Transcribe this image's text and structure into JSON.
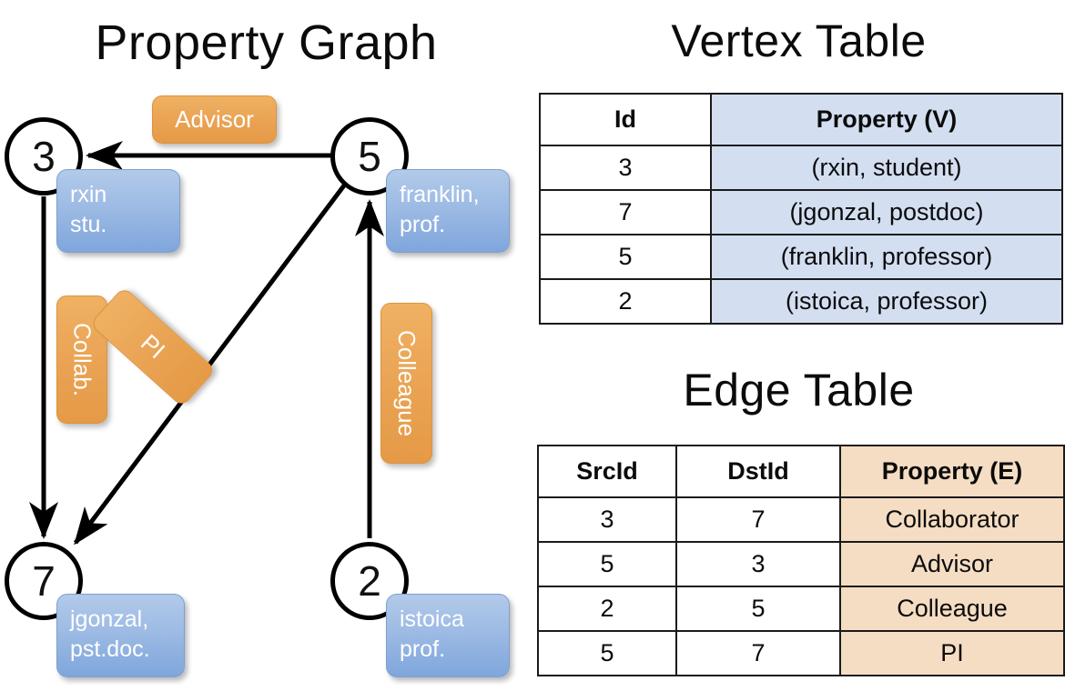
{
  "titles": {
    "property_graph": "Property Graph",
    "vertex_table": "Vertex Table",
    "edge_table": "Edge Table"
  },
  "graph": {
    "nodes": [
      {
        "id": "3",
        "property_line1": "rxin",
        "property_line2": "stu."
      },
      {
        "id": "5",
        "property_line1": "franklin,",
        "property_line2": "prof."
      },
      {
        "id": "7",
        "property_line1": "jgonzal,",
        "property_line2": "pst.doc."
      },
      {
        "id": "2",
        "property_line1": "istoica",
        "property_line2": "prof."
      }
    ],
    "edge_labels": [
      {
        "name": "advisor",
        "text": "Advisor"
      },
      {
        "name": "collab",
        "text": "Collab."
      },
      {
        "name": "pi",
        "text": "PI"
      },
      {
        "name": "colleague",
        "text": "Colleague"
      }
    ],
    "edges": [
      {
        "src": "3",
        "dst": "7",
        "label": "Collab."
      },
      {
        "src": "5",
        "dst": "3",
        "label": "Advisor"
      },
      {
        "src": "2",
        "dst": "5",
        "label": "Colleague"
      },
      {
        "src": "5",
        "dst": "7",
        "label": "PI"
      }
    ]
  },
  "vertex_table": {
    "headers": [
      "Id",
      "Property (V)"
    ],
    "rows": [
      {
        "id": "3",
        "property": "(rxin, student)"
      },
      {
        "id": "7",
        "property": "(jgonzal, postdoc)"
      },
      {
        "id": "5",
        "property": "(franklin, professor)"
      },
      {
        "id": "2",
        "property": "(istoica, professor)"
      }
    ]
  },
  "edge_table": {
    "headers": [
      "SrcId",
      "DstId",
      "Property (E)"
    ],
    "rows": [
      {
        "src": "3",
        "dst": "7",
        "property": "Collaborator"
      },
      {
        "src": "5",
        "dst": "3",
        "property": "Advisor"
      },
      {
        "src": "2",
        "dst": "5",
        "property": "Colleague"
      },
      {
        "src": "5",
        "dst": "7",
        "property": "PI"
      }
    ]
  },
  "colors": {
    "vertex_property_fill": "#d3dff1",
    "edge_property_fill": "#f5ddc3",
    "node_box_blue": "#9dbbe4",
    "edge_label_orange": "#eaa455",
    "stroke": "#000000"
  }
}
